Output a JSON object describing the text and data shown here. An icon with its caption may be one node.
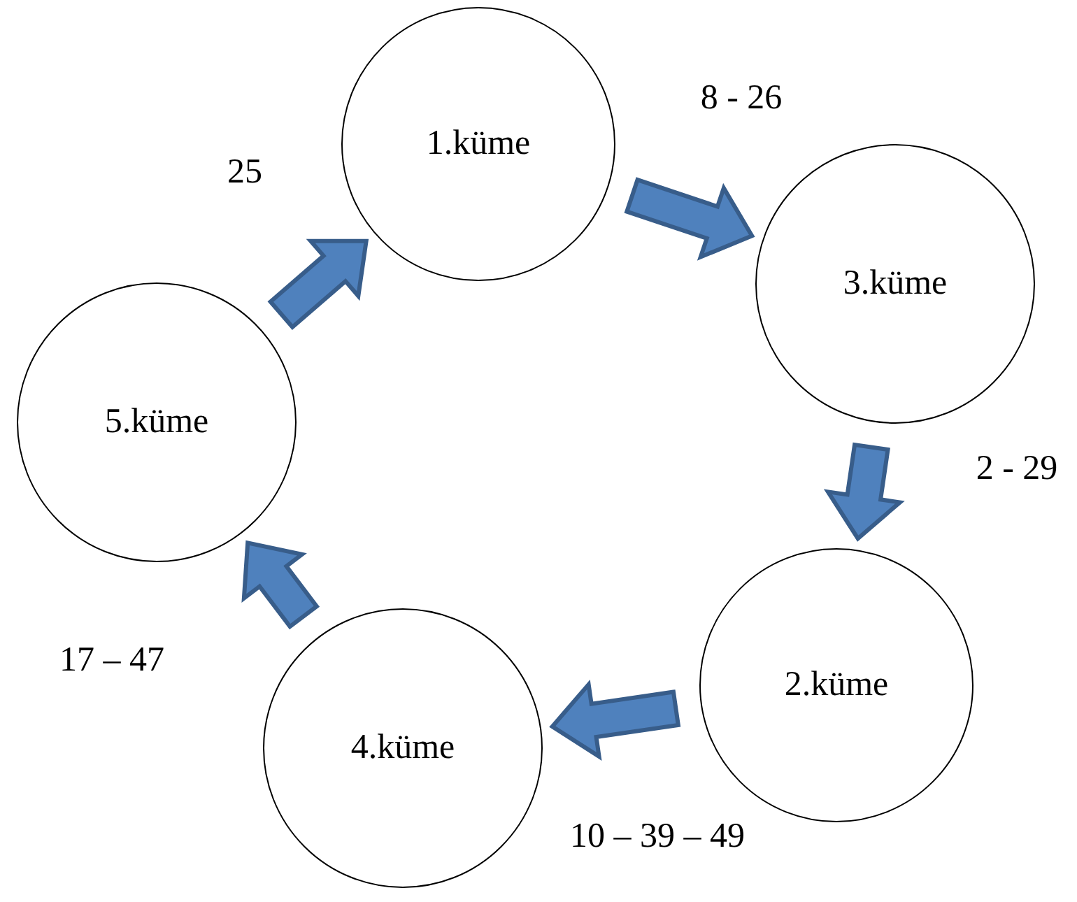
{
  "diagram": {
    "nodes": [
      {
        "text": [
          "1.küme"
        ]
      },
      {
        "text": [
          "3.küme"
        ]
      },
      {
        "text": [
          "2.küme"
        ]
      },
      {
        "text": [
          "4.küme"
        ]
      },
      {
        "text": [
          "5.küme"
        ]
      }
    ],
    "edges": [
      {
        "from": 0,
        "to": 1,
        "arrow": "to",
        "label": "8 - 26"
      },
      {
        "from": 1,
        "to": 2,
        "arrow": "to",
        "label": "2 - 29"
      },
      {
        "from": 2,
        "to": 3,
        "arrow": "to",
        "label": "10 – 39 – 49"
      },
      {
        "from": 3,
        "to": 4,
        "arrow": "to",
        "label": "17 – 47"
      },
      {
        "from": 4,
        "to": 0,
        "arrow": "to",
        "label": "25"
      }
    ]
  }
}
